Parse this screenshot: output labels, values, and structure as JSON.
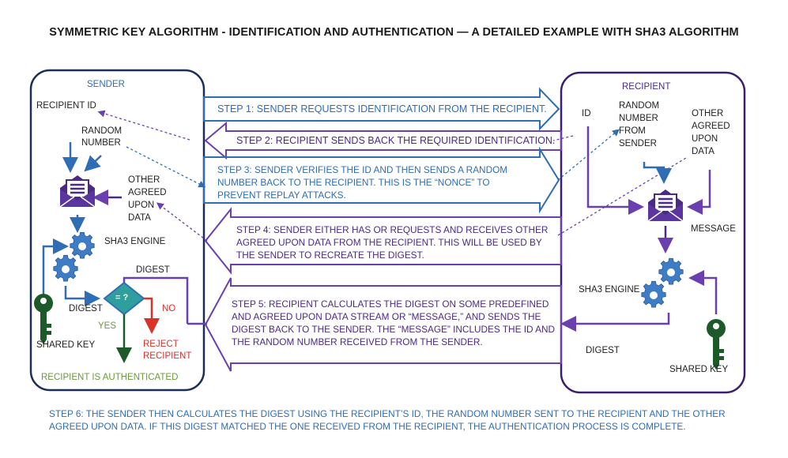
{
  "title": "SYMMETRIC KEY ALGORITHM - IDENTIFICATION AND AUTHENTICATION — A DETAILED EXAMPLE WITH SHA3 ALGORITHM",
  "sender": {
    "heading": "SENDER",
    "recipient_id": "RECIPIENT ID",
    "random_number": [
      "RANDOM",
      "NUMBER"
    ],
    "other_data": [
      "OTHER",
      "AGREED",
      "UPON",
      "DATA"
    ],
    "engine": "SHA3 ENGINE",
    "digest_in": "DIGEST",
    "digest_local": "DIGEST",
    "compare": "= ?",
    "yes": "YES",
    "no": "NO",
    "reject": [
      "REJECT",
      "RECIPIENT"
    ],
    "shared_key": "SHARED KEY",
    "authenticated": "RECIPIENT IS AUTHENTICATED"
  },
  "recipient": {
    "heading": "RECIPIENT",
    "id": "ID",
    "random": [
      "RANDOM",
      "NUMBER",
      "FROM",
      "SENDER"
    ],
    "other_data": [
      "OTHER",
      "AGREED",
      "UPON",
      "DATA"
    ],
    "message": "MESSAGE",
    "engine": "SHA3 ENGINE",
    "digest": "DIGEST",
    "shared_key": "SHARED KEY"
  },
  "steps": {
    "step1": "STEP 1: SENDER REQUESTS IDENTIFICATION FROM THE RECIPIENT.",
    "step2": "STEP 2: RECIPIENT SENDS BACK THE REQUIRED  IDENTIFICATION.",
    "step3": "STEP 3: SENDER VERIFIES THE ID AND THEN SENDS A RANDOM NUMBER BACK TO THE RECIPIENT. THIS IS THE  “NONCE” TO PREVENT REPLAY ATTACKS.",
    "step4": "STEP 4: SENDER EITHER HAS OR REQUESTS AND RECEIVES OTHER AGREED UPON DATA FROM THE RECIPIENT. THIS WILL BE USED BY THE SENDER TO RECREATE THE DIGEST.",
    "step5": "STEP 5: RECIPIENT CALCULATES THE DIGEST ON SOME PREDEFINED AND AGREED UPON DATA STREAM OR “MESSAGE,” AND SENDS THE DIGEST BACK TO THE SENDER. THE “MESSAGE” INCLUDES THE ID AND THE RANDOM NUMBER RECEIVED FROM THE SENDER.",
    "step6": "STEP 6: THE SENDER THEN CALCULATES THE DIGEST USING THE RECIPIENT’S ID, THE RANDOM NUMBER SENT TO THE RECIPIENT AND THE OTHER AGREED UPON DATA. IF THIS DIGEST MATCHED THE ONE RECEIVED FROM THE RECIPIENT, THE AUTHENTICATION PROCESS IS COMPLETE."
  },
  "colors": {
    "blue": "#2f6db5",
    "purple": "#4b2a86",
    "sender_border": "#1c2e55",
    "recipient_border": "#3b1f6e",
    "key_green": "#1d5a2a",
    "yes_green": "#6a9b3b",
    "no_red": "#d9322b"
  }
}
